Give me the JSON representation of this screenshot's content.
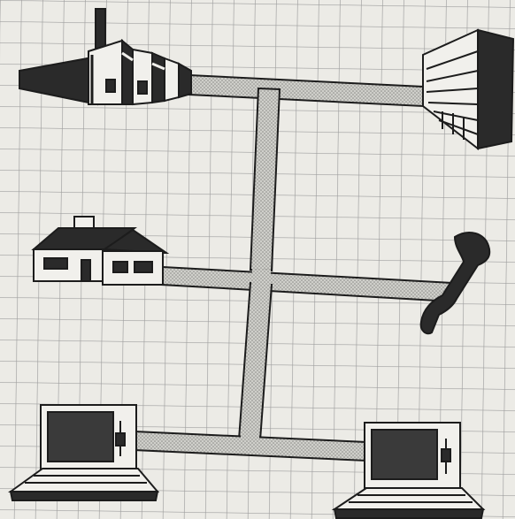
{
  "diagram": {
    "nodes": [
      {
        "id": "factory",
        "icon": "factory-icon"
      },
      {
        "id": "office",
        "icon": "office-building-icon"
      },
      {
        "id": "house",
        "icon": "house-icon"
      },
      {
        "id": "telephone",
        "icon": "telephone-handset-icon"
      },
      {
        "id": "computer-left",
        "icon": "computer-terminal-icon"
      },
      {
        "id": "computer-right",
        "icon": "computer-terminal-icon"
      }
    ],
    "links": [
      {
        "from": "factory",
        "to": "office"
      },
      {
        "from": "house",
        "to": "telephone"
      },
      {
        "from": "computer-left",
        "to": "computer-right"
      }
    ]
  },
  "colors": {
    "paper": "#ecebe6",
    "grid": "#9e9e9e",
    "channel_fill": "#c7c7c2",
    "ink": "#1c1c1c",
    "screen": "#3a3a3a"
  }
}
